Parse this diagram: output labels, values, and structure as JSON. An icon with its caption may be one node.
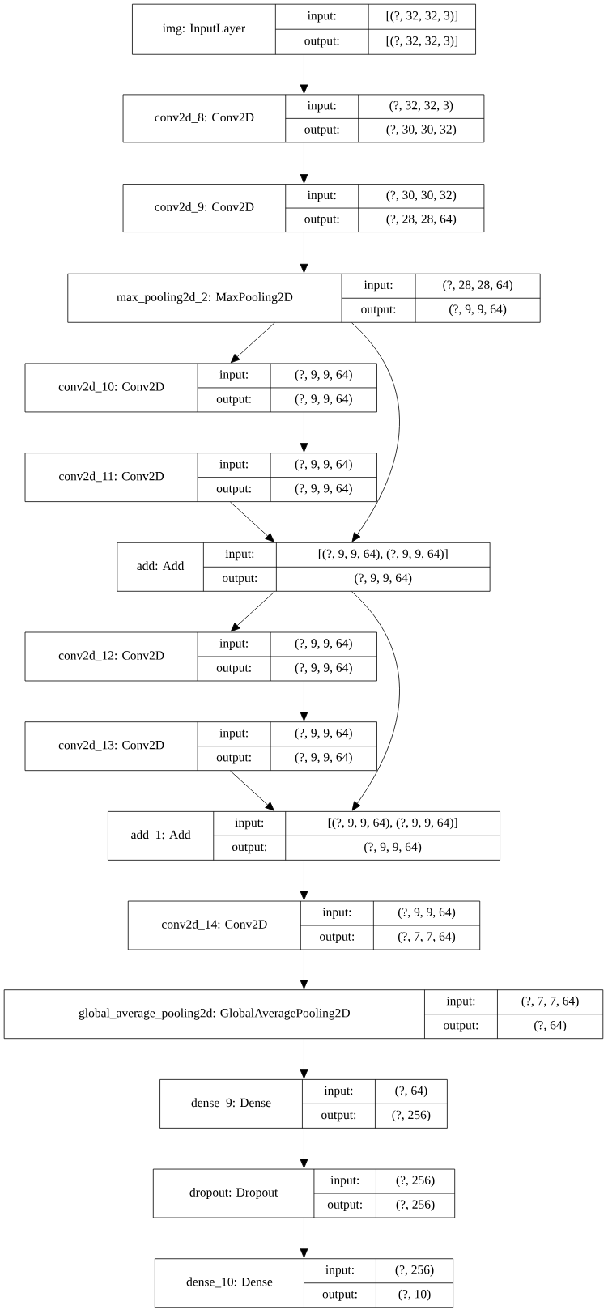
{
  "diagram": {
    "nodes": [
      {
        "text": [
          "img: InputLayer",
          "input:",
          "[(?, 32, 32, 3)]",
          "output:",
          "[(?, 32, 32, 3)]"
        ]
      },
      {
        "text": [
          "conv2d_8: Conv2D",
          "input:",
          "(?, 32, 32, 3)",
          "output:",
          "(?, 30, 30, 32)"
        ]
      },
      {
        "text": [
          "conv2d_9: Conv2D",
          "input:",
          "(?, 30, 30, 32)",
          "output:",
          "(?, 28, 28, 64)"
        ]
      },
      {
        "text": [
          "max_pooling2d_2: MaxPooling2D",
          "input:",
          "(?, 28, 28, 64)",
          "output:",
          "(?, 9, 9, 64)"
        ]
      },
      {
        "text": [
          "conv2d_10: Conv2D",
          "input:",
          "(?, 9, 9, 64)",
          "output:",
          "(?, 9, 9, 64)"
        ]
      },
      {
        "text": [
          "conv2d_11: Conv2D",
          "input:",
          "(?, 9, 9, 64)",
          "output:",
          "(?, 9, 9, 64)"
        ]
      },
      {
        "text": [
          "add: Add",
          "input:",
          "[(?, 9, 9, 64), (?, 9, 9, 64)]",
          "output:",
          "(?, 9, 9, 64)"
        ]
      },
      {
        "text": [
          "conv2d_12: Conv2D",
          "input:",
          "(?, 9, 9, 64)",
          "output:",
          "(?, 9, 9, 64)"
        ]
      },
      {
        "text": [
          "conv2d_13: Conv2D",
          "input:",
          "(?, 9, 9, 64)",
          "output:",
          "(?, 9, 9, 64)"
        ]
      },
      {
        "text": [
          "add_1: Add",
          "input:",
          "[(?, 9, 9, 64), (?, 9, 9, 64)]",
          "output:",
          "(?, 9, 9, 64)"
        ]
      },
      {
        "text": [
          "conv2d_14: Conv2D",
          "input:",
          "(?, 9, 9, 64)",
          "output:",
          "(?, 7, 7, 64)"
        ]
      },
      {
        "text": [
          "global_average_pooling2d: GlobalAveragePooling2D",
          "input:",
          "(?, 7, 7, 64)",
          "output:",
          "(?, 64)"
        ]
      },
      {
        "text": [
          "dense_9: Dense",
          "input:",
          "(?, 64)",
          "output:",
          "(?, 256)"
        ]
      },
      {
        "text": [
          "dropout: Dropout",
          "input:",
          "(?, 256)",
          "output:",
          "(?, 256)"
        ]
      },
      {
        "text": [
          "dense_10: Dense",
          "input:",
          "(?, 256)",
          "output:",
          "(?, 10)"
        ]
      }
    ],
    "edges": [
      {
        "from": 0,
        "to": 1,
        "arrow": "to"
      },
      {
        "from": 1,
        "to": 2,
        "arrow": "to"
      },
      {
        "from": 2,
        "to": 3,
        "arrow": "to"
      },
      {
        "from": 3,
        "to": 4,
        "arrow": "to"
      },
      {
        "from": 3,
        "to": 6,
        "arrow": "to"
      },
      {
        "from": 4,
        "to": 5,
        "arrow": "to"
      },
      {
        "from": 5,
        "to": 6,
        "arrow": "to"
      },
      {
        "from": 6,
        "to": 7,
        "arrow": "to"
      },
      {
        "from": 6,
        "to": 9,
        "arrow": "to"
      },
      {
        "from": 7,
        "to": 8,
        "arrow": "to"
      },
      {
        "from": 8,
        "to": 9,
        "arrow": "to"
      },
      {
        "from": 9,
        "to": 10,
        "arrow": "to"
      },
      {
        "from": 10,
        "to": 11,
        "arrow": "to"
      },
      {
        "from": 11,
        "to": 12,
        "arrow": "to"
      },
      {
        "from": 12,
        "to": 13,
        "arrow": "to"
      },
      {
        "from": 13,
        "to": 14,
        "arrow": "to"
      }
    ]
  }
}
